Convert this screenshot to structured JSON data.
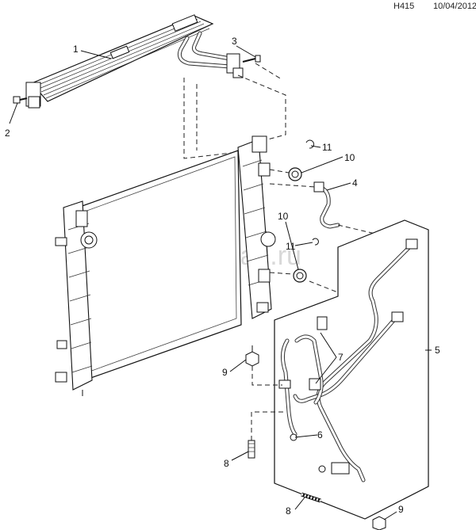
{
  "header": {
    "code": "H415",
    "date": "10/04/2012"
  },
  "watermark": "www.gmk lad.ru",
  "callouts": [
    {
      "key": "c1",
      "label": "1"
    },
    {
      "key": "c2",
      "label": "2"
    },
    {
      "key": "c3",
      "label": "3"
    },
    {
      "key": "c4",
      "label": "4"
    },
    {
      "key": "c5",
      "label": "5"
    },
    {
      "key": "c6",
      "label": "6"
    },
    {
      "key": "c7",
      "label": "7"
    },
    {
      "key": "c8a",
      "label": "8"
    },
    {
      "key": "c8b",
      "label": "8"
    },
    {
      "key": "c9a",
      "label": "9"
    },
    {
      "key": "c9b",
      "label": "9"
    },
    {
      "key": "c10a",
      "label": "10"
    },
    {
      "key": "c10b",
      "label": "10"
    },
    {
      "key": "c11a",
      "label": "11"
    },
    {
      "key": "c11b",
      "label": "11"
    }
  ]
}
